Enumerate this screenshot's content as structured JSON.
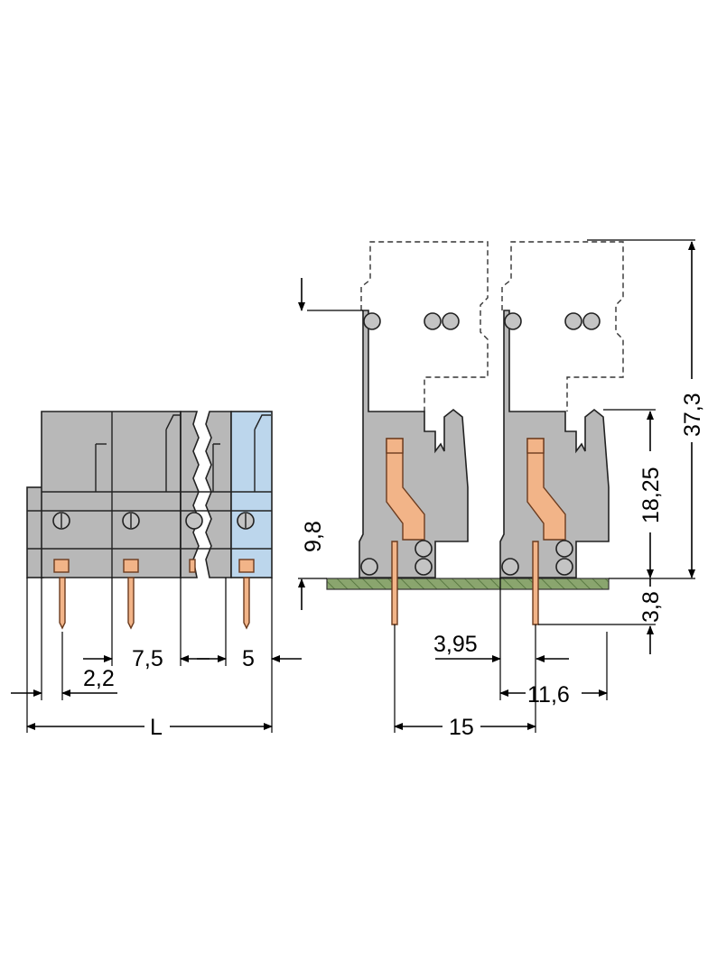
{
  "colors": {
    "housing": "#b8b8b8",
    "housing_light": "#c8c8c8",
    "marker_blue": "#bcd6ec",
    "contact_orange": "#f2b488",
    "pcb_green": "#8aa56e",
    "line": "#000000"
  },
  "front_view": {
    "dim_pitch": "7,5",
    "dim_pitch_end": "5",
    "dim_offset": "2,2",
    "dim_length": "L"
  },
  "side_view": {
    "dim_height_total": "37,3",
    "dim_height_body": "18,25",
    "dim_height_release": "9,8",
    "dim_pin_length": "3,8",
    "dim_pin_offset": "3,95",
    "dim_body_depth": "11,6",
    "dim_pin_spacing": "15"
  }
}
